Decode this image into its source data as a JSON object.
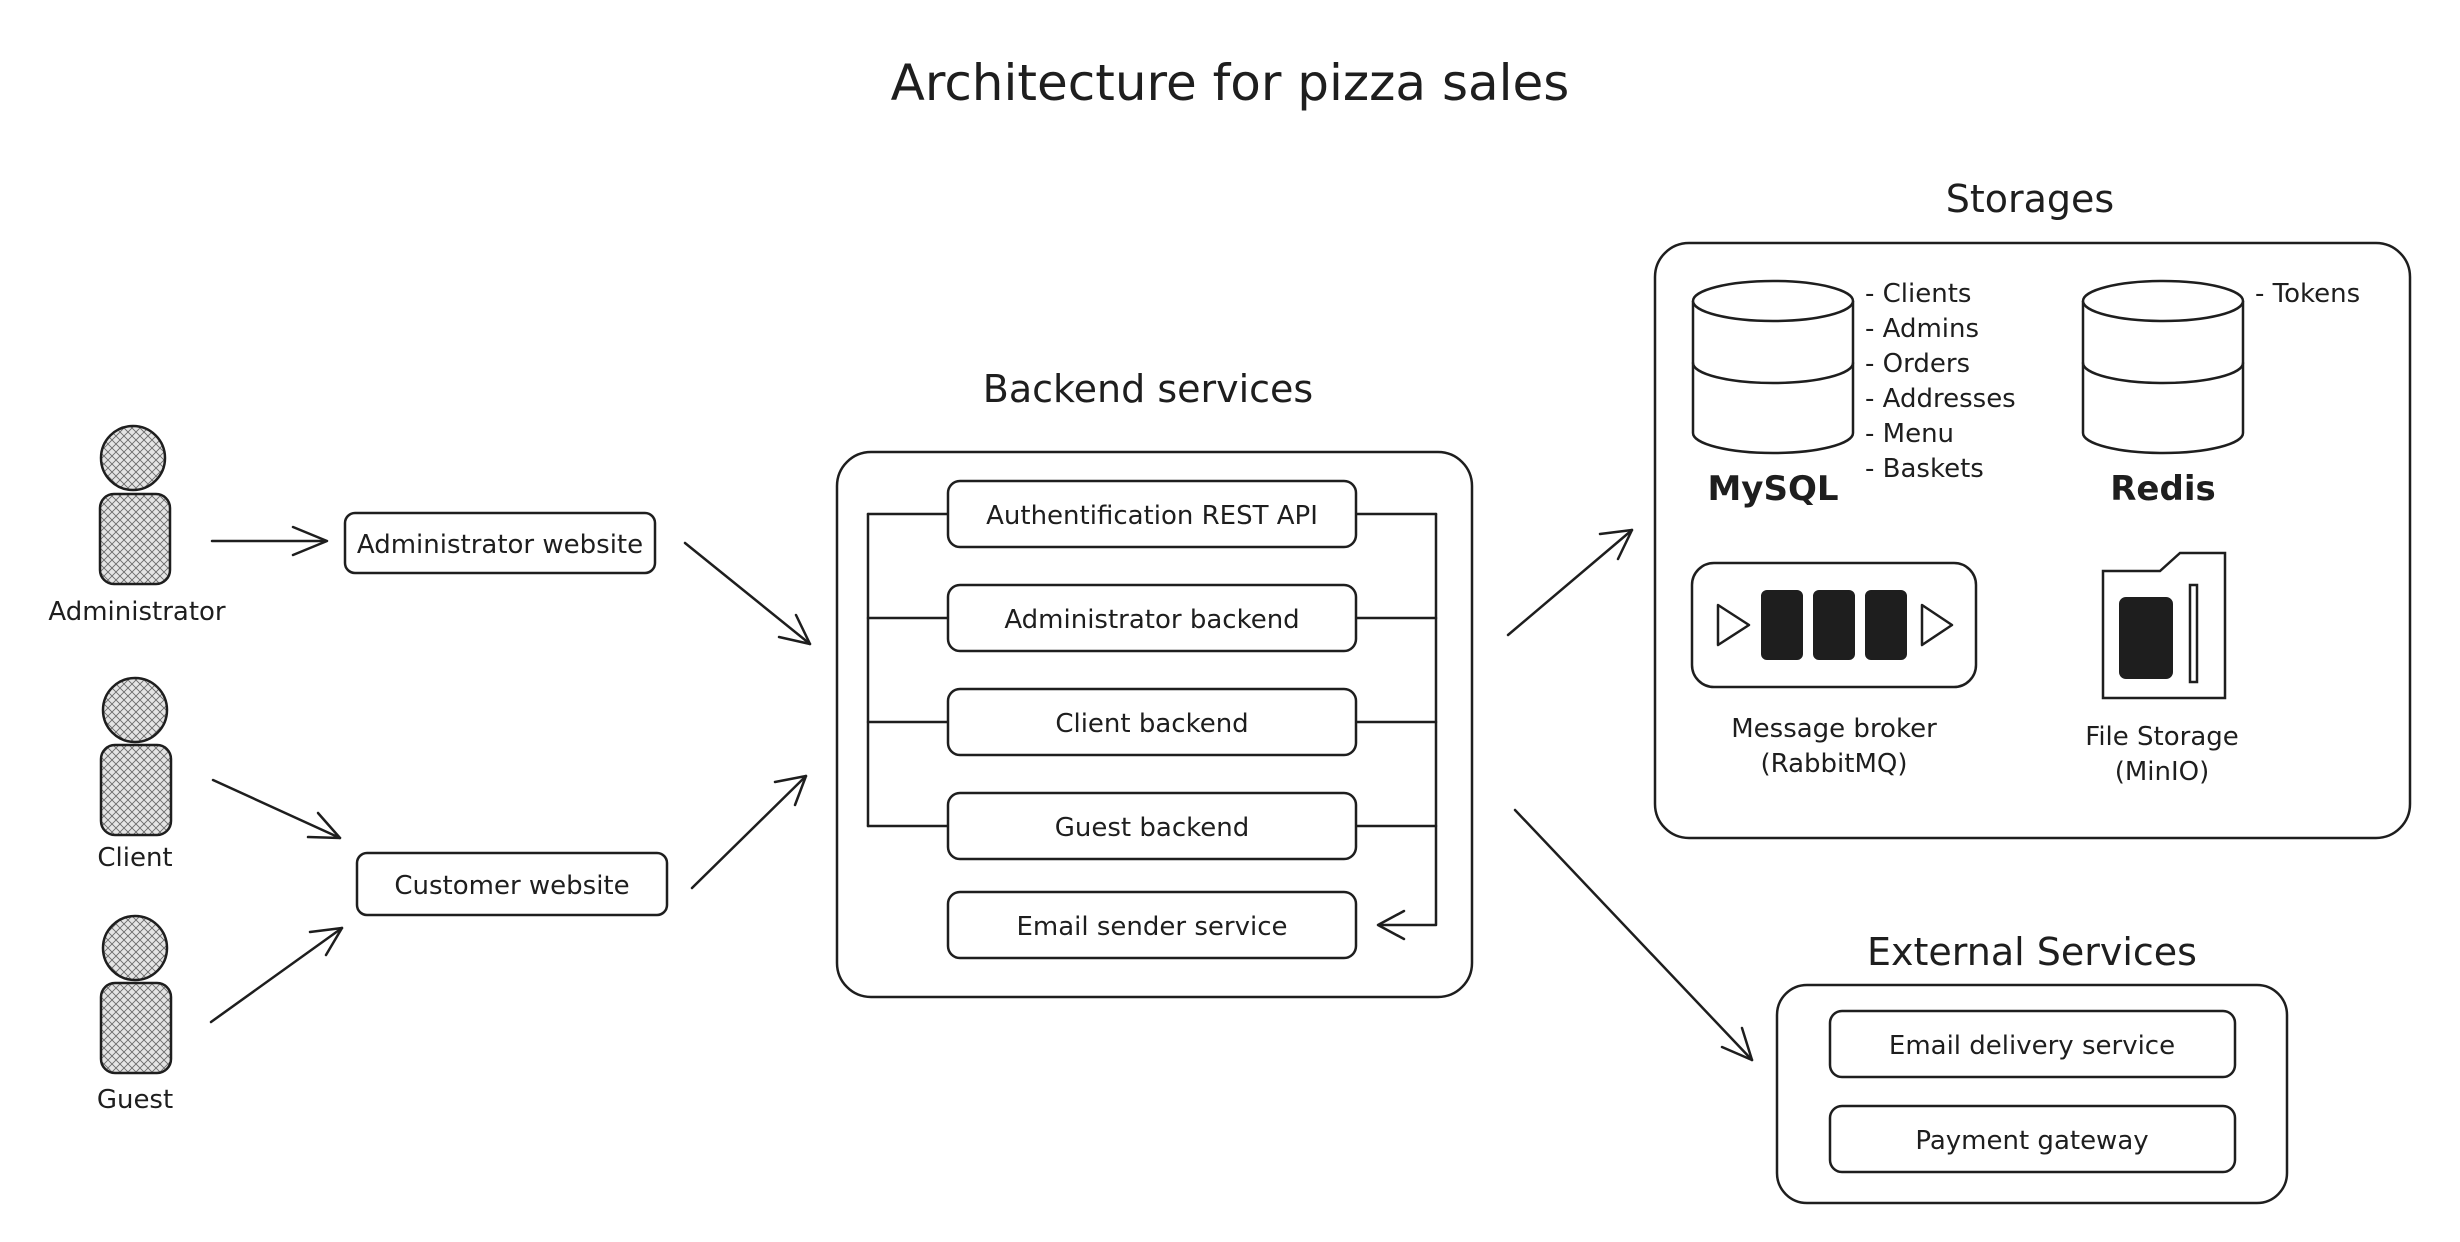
{
  "title": "Architecture for pizza sales",
  "actors": [
    {
      "label": "Administrator"
    },
    {
      "label": "Client"
    },
    {
      "label": "Guest"
    }
  ],
  "websites": {
    "admin": "Administrator website",
    "customer": "Customer website"
  },
  "backend": {
    "title": "Backend services",
    "services": [
      "Authentification REST API",
      "Administrator backend",
      "Client backend",
      "Guest backend",
      "Email sender service"
    ]
  },
  "storages": {
    "title": "Storages",
    "mysql": {
      "label": "MySQL",
      "tables": [
        "- Clients",
        "- Admins",
        "- Orders",
        "- Addresses",
        "- Menu",
        "- Baskets"
      ]
    },
    "redis": {
      "label": "Redis",
      "tables": [
        "- Tokens"
      ]
    },
    "broker": {
      "label_line1": "Message broker",
      "label_line2": "(RabbitMQ)"
    },
    "file_storage": {
      "label_line1": "File Storage",
      "label_line2": "(MinIO)"
    }
  },
  "external": {
    "title": "External Services",
    "services": [
      "Email delivery service",
      "Payment gateway"
    ]
  },
  "icons": {
    "actor": "person-icon",
    "database": "database-cylinder-icon",
    "queue": "message-queue-icon",
    "file": "sd-card-icon"
  }
}
